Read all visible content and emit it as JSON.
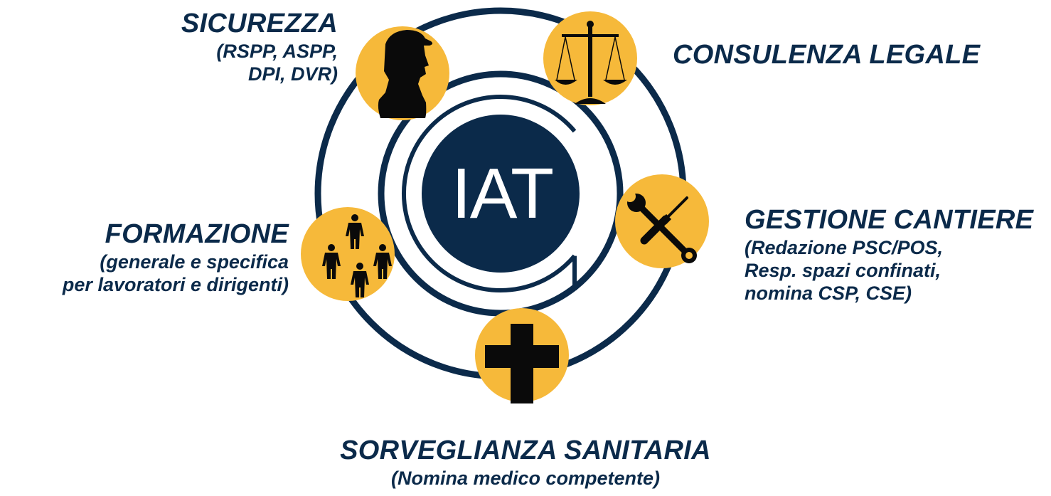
{
  "logo": {
    "text": "IAT"
  },
  "colors": {
    "navy": "#0b2a4a",
    "accent": "#f6b93a",
    "icon": "#0a0a0a",
    "white": "#ffffff"
  },
  "nodes": [
    {
      "id": "sicurezza",
      "title": "SICUREZZA",
      "detail_lines": [
        "(RSPP, ASPP,",
        "DPI, DVR)"
      ],
      "icon": "worker-icon"
    },
    {
      "id": "consulenza",
      "title": "CONSULENZA LEGALE",
      "detail_lines": [],
      "icon": "scales-icon"
    },
    {
      "id": "cantiere",
      "title": "GESTIONE CANTIERE",
      "detail_lines": [
        "(Redazione PSC/POS,",
        "Resp. spazi confinati,",
        "nomina CSP, CSE)"
      ],
      "icon": "tools-icon"
    },
    {
      "id": "sorveglianza",
      "title": "SORVEGLIANZA SANITARIA",
      "detail_lines": [
        "(Nomina medico competente)"
      ],
      "icon": "medical-cross-icon"
    },
    {
      "id": "formazione",
      "title": "FORMAZIONE",
      "detail_lines": [
        "(generale e specifica",
        "per lavoratori e dirigenti)"
      ],
      "icon": "people-group-icon"
    }
  ]
}
